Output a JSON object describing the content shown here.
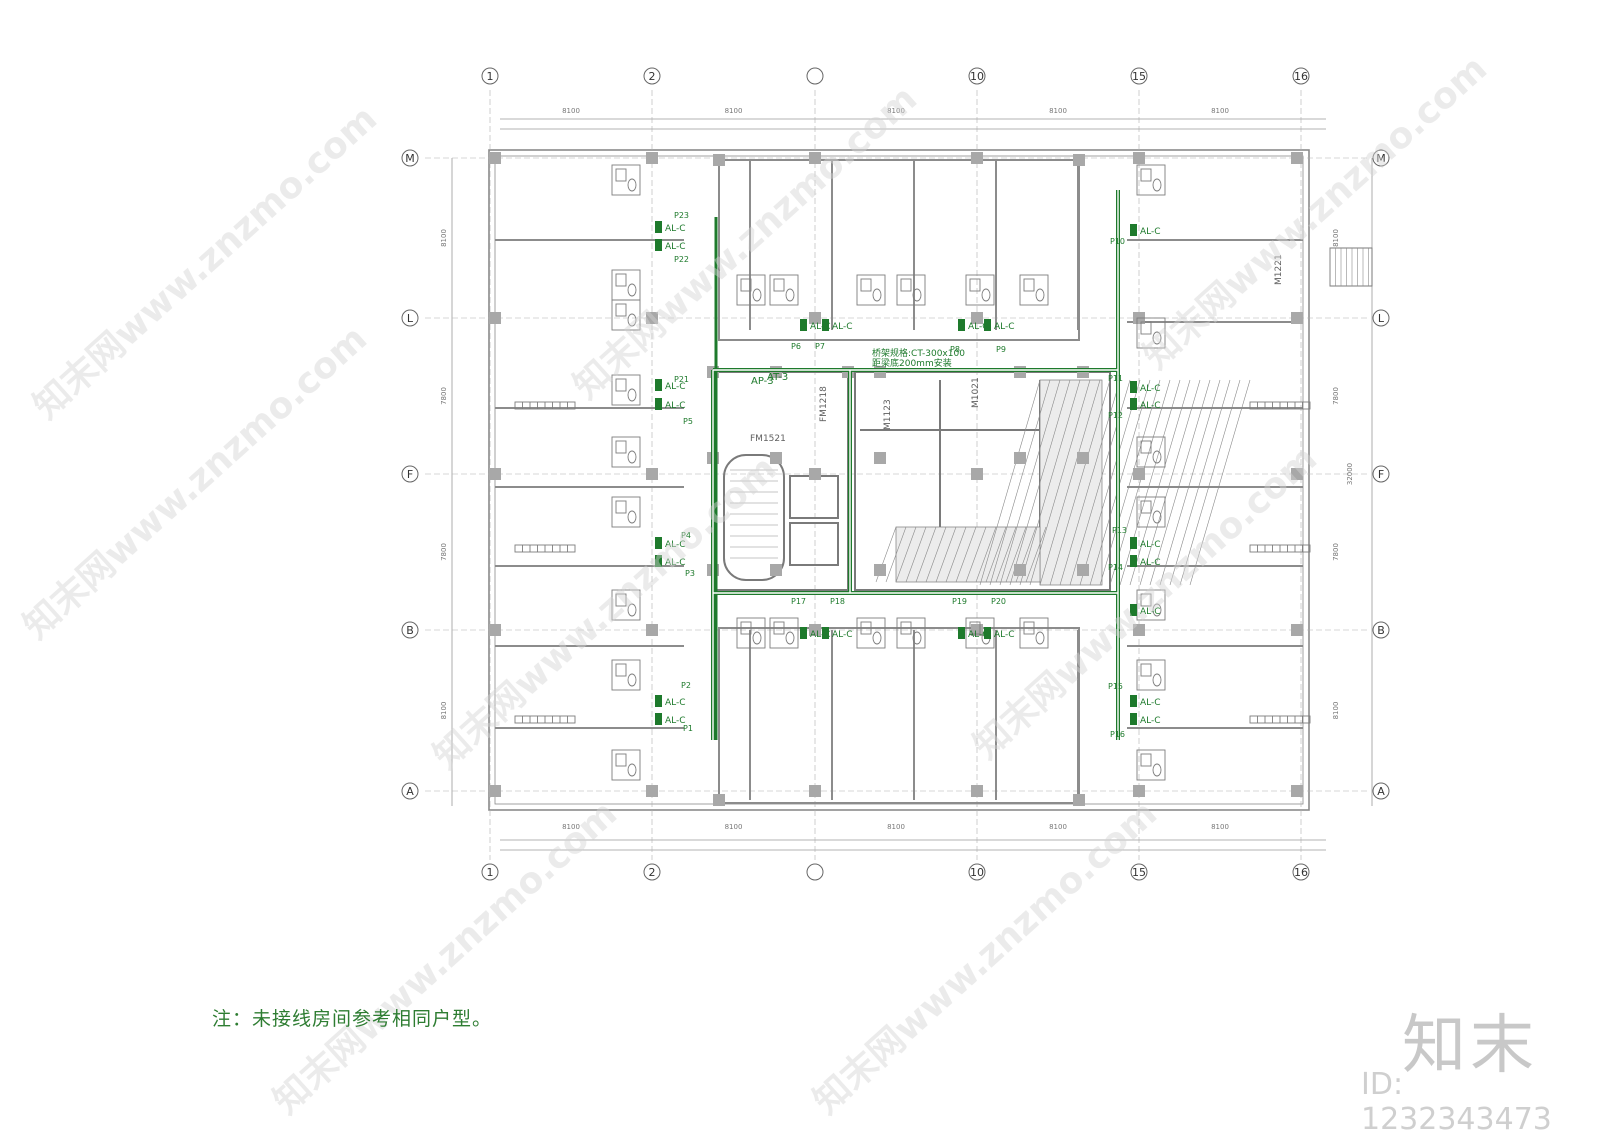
{
  "axes": {
    "columns": [
      "1",
      "2",
      "",
      "10",
      "15",
      "16"
    ],
    "rows": [
      "M",
      "L",
      "F",
      "B",
      "A"
    ],
    "col_dims": [
      "8100",
      "8100",
      "8100",
      "8100",
      "8100"
    ],
    "row_dims": [
      "8100",
      "7800",
      "7800",
      "8100"
    ],
    "total_dim": "32000"
  },
  "panel_labels": [
    "AL-C",
    "AL-C",
    "AL-C",
    "AL-C",
    "AL-C",
    "AL-C",
    "AL-C",
    "AL-C",
    "AL-C",
    "AL-C",
    "AL-C",
    "AL-C",
    "AL-C",
    "AL-C",
    "AL-C",
    "AL-C",
    "AL-C",
    "AL-C",
    "AL-C",
    "AL-C",
    "AL-C",
    "AL-C",
    "AL-C",
    "AL-C"
  ],
  "circuit_labels": [
    "P1",
    "P2",
    "P3",
    "P4",
    "P5",
    "P6",
    "P7",
    "P8",
    "P9",
    "P10",
    "P11",
    "P12",
    "P13",
    "P14",
    "P15",
    "P16",
    "P17",
    "P18",
    "P19",
    "P20",
    "P21",
    "P22",
    "P23"
  ],
  "core_labels": {
    "at3": "AT-3",
    "ap3": "AP-3",
    "fm1521": "FM1521",
    "fm1218": "FM1218",
    "m1123": "M1123",
    "m1021": "M1021",
    "m1221": "M1221",
    "tray_line1": "桥架规格:CT-300x100",
    "tray_line2": "距梁底200mm安装"
  },
  "note": "注：未接线房间参考相同户型。",
  "logo": "知末",
  "image_id": "ID: 1232343473",
  "watermark": "知末网www.znzmo.com",
  "colors": {
    "wall": "#7a7a7a",
    "green": "#1e7a2c",
    "grid": "#8a8a8a"
  }
}
